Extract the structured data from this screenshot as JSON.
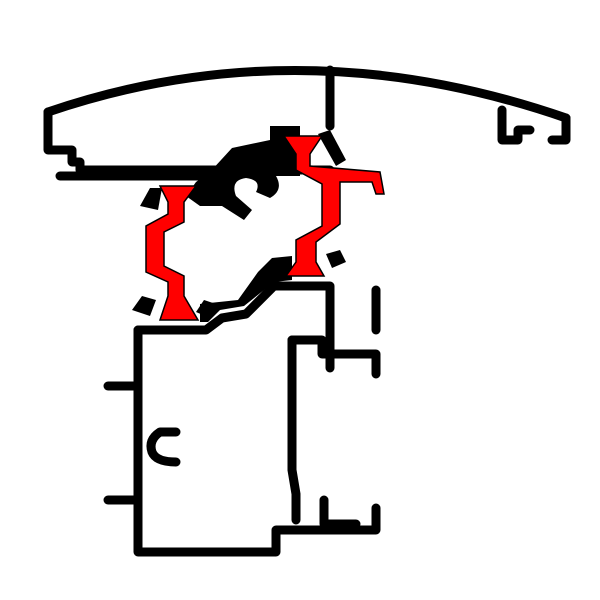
{
  "diagram": {
    "kind": "profile-cross-section",
    "colors": {
      "background": "#ffffff",
      "profile": "#000000",
      "thermal_break": "#ff0000"
    },
    "parts": [
      {
        "name": "cover-cap",
        "color": "#000000"
      },
      {
        "name": "upper-profile",
        "color": "#000000"
      },
      {
        "name": "lower-frame-profile",
        "color": "#000000"
      },
      {
        "name": "thermal-break-strip-left",
        "color": "#ff0000"
      },
      {
        "name": "thermal-break-strip-right",
        "color": "#ff0000"
      },
      {
        "name": "gasket-wedges",
        "color": "#000000"
      }
    ]
  }
}
